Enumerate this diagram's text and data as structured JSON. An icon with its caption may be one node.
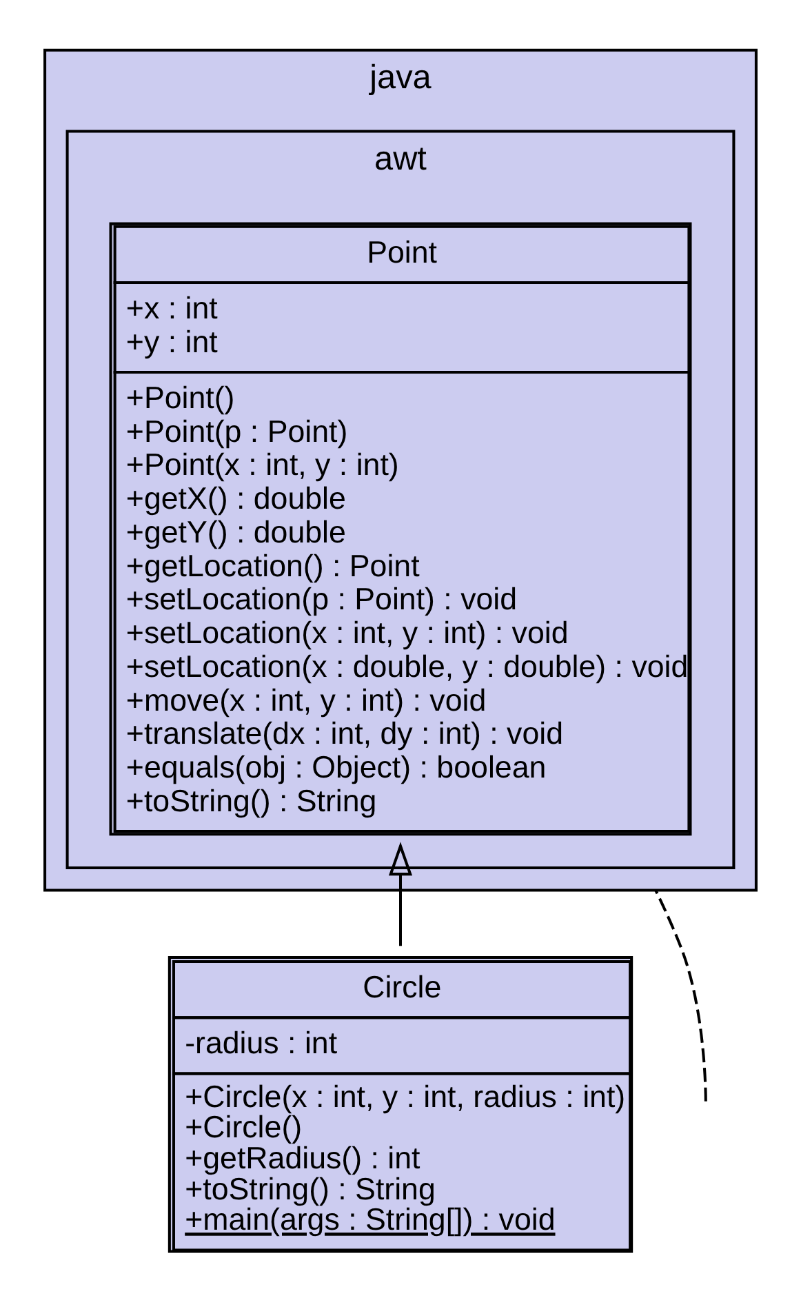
{
  "diagram": {
    "nodes": [
      {
        "text": [
          "java"
        ]
      },
      {
        "text": [
          "awt"
        ],
        "in": 0
      },
      {
        "text": [
          "Point",
          "+x : int",
          "+y : int",
          "+Point()",
          "+Point(p : Point)",
          "+Point(x : int, y : int)",
          "+getX() : double",
          "+getY() : double",
          "+getLocation() : Point",
          "+setLocation(p : Point) : void",
          "+setLocation(x : int, y : int) : void",
          "+setLocation(x : double, y : double) : void",
          "+move(x : int, y : int) : void",
          "+translate(dx : int, dy : int) : void",
          "+equals(obj : Object) : boolean",
          "+toString() : String"
        ],
        "in": 1
      },
      {
        "text": [
          "Circle",
          "-radius : int",
          "+Circle(x : int, y : int, radius : int)",
          "+Circle()",
          "+getRadius() : int",
          "+toString() : String",
          "+main(args : String[]) : void"
        ]
      }
    ],
    "edges": [
      {
        "from": 3,
        "to": 2,
        "arrow": "to"
      },
      {
        "from": null,
        "to": 0,
        "arrow": "none",
        "style": "dashed"
      }
    ]
  }
}
